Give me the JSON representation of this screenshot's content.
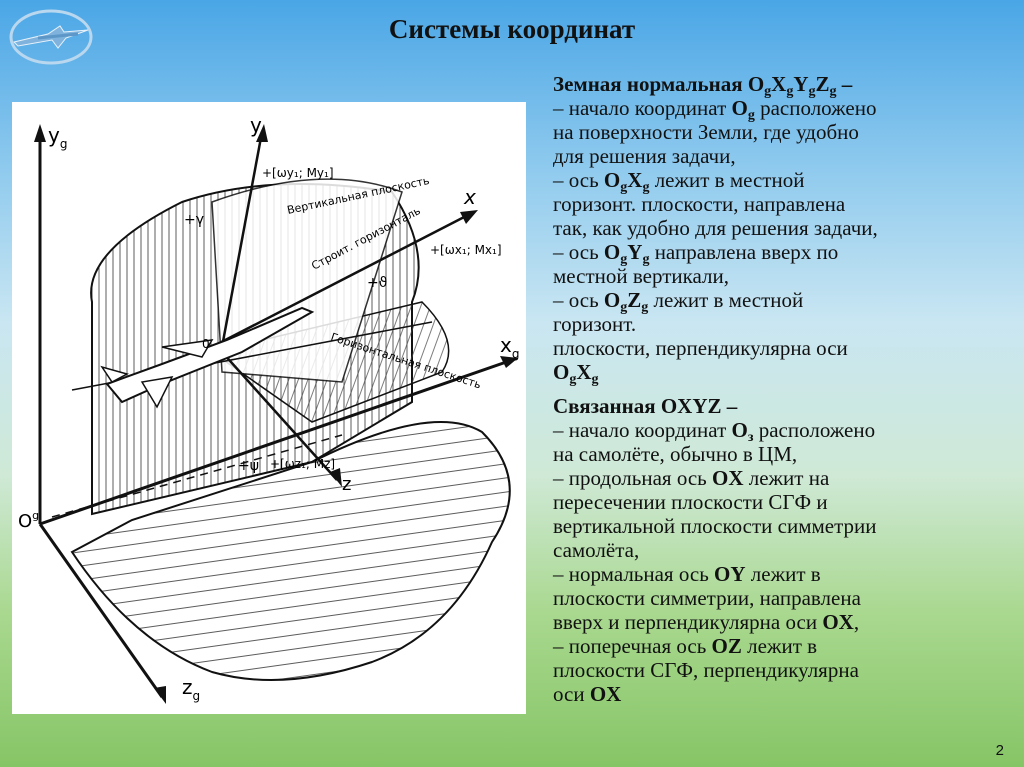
{
  "title": "Системы координат",
  "page_number": "2",
  "figure_labels": {
    "yg": "y",
    "yg_sub": "g",
    "xg": "x",
    "xg_sub": "g",
    "zg": "z",
    "zg_sub": "g",
    "og": "O",
    "og_sub": "g",
    "y": "y",
    "x": "x",
    "z": "z",
    "o": "0",
    "wy": "+[ω",
    "wy_rest": "y₁; M",
    "wy_end": "y₁]",
    "wx": "+[ω",
    "wx_rest": "x₁; M",
    "wx_end": "x₁]",
    "wz": "+[ω",
    "wz_rest": "z₁; M",
    "wz_end": "z]",
    "gamma": "+γ",
    "theta": "+ϑ",
    "psi": "+ψ",
    "vertical_plane": "Вертикальная плоскость",
    "stroit_horiz": "Строит. горизонталь",
    "horiz_plane": "Горизонтальная плоскость"
  },
  "section1": {
    "heading": "Земная нормальная ",
    "heading_sym": "O",
    "heading_sym2": "X",
    "heading_sym3": "Y",
    "heading_sym4": "Z",
    "heading_sub": "g",
    "heading_tail": " –",
    "l1a": "– начало координат ",
    "l1b": "O",
    "l1c": " расположено",
    "l2": "на поверхности Земли, где удобно",
    "l3": "для решения задачи,",
    "l4a": "– ось ",
    "l4b": "O",
    "l4c": "X",
    "l4d": " лежит в местной",
    "l5": "горизонт. плоскости, направлена",
    "l6": "так, как удобно для решения задачи,",
    "l7a": "– ось ",
    "l7b": "O",
    "l7c": "Y",
    "l7d": " направлена вверх по",
    "l8": "местной вертикали,",
    "l9a": "– ось ",
    "l9b": "O",
    "l9c": "Z",
    "l9d": " лежит в местной",
    "l10": "горизонт.",
    "l11": "плоскости, перпендикулярна оси",
    "l12a": "O",
    "l12b": "X",
    "sub": "g"
  },
  "section2": {
    "heading": "Связанная OXYZ –",
    "l1a": "– начало координат ",
    "l1b": "O",
    "l1sub": "з",
    "l1c": " расположено",
    "l2": "на самолёте, обычно в ЦМ,",
    "l3a": "– продольная ось ",
    "l3b": "OX",
    "l3c": " лежит на",
    "l4": "пересечении плоскости  СГФ и",
    "l5": "вертикальной плоскости симметрии",
    "l6": "самолёта,",
    "l7a": "– нормальная ось ",
    "l7b": "OY",
    "l7c": " лежит в",
    "l8": "плоскости симметрии, направлена",
    "l9a": "вверх и перпендикулярна оси ",
    "l9b": "OX",
    "l9c": ",",
    "l10a": "– поперечная ось ",
    "l10b": "OZ",
    "l10c": " лежит в",
    "l11": "плоскости СГФ, перпендикулярна",
    "l12a": "оси  ",
    "l12b": "OX"
  }
}
